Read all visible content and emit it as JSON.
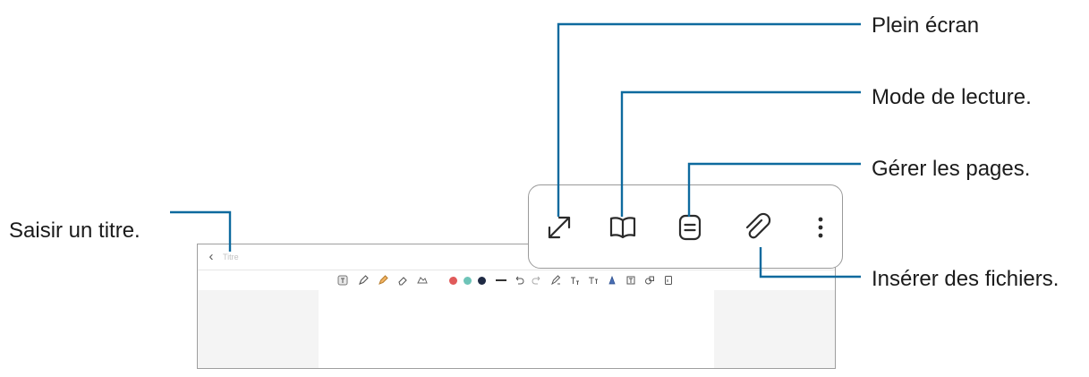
{
  "callouts": {
    "full_screen": "Plein écran",
    "reading_mode": "Mode de lecture.",
    "manage_pages": "Gérer les pages.",
    "insert_files": "Insérer des fichiers.",
    "enter_title": "Saisir un titre."
  },
  "editor": {
    "back": "‹",
    "title_placeholder": "Titre"
  },
  "toolbar": {
    "colors": [
      "#e05a5a",
      "#6ec4b8",
      "#1f2a44"
    ]
  },
  "colors": {
    "leader": "#0e6a9e",
    "icon": "#2b2b2b"
  }
}
